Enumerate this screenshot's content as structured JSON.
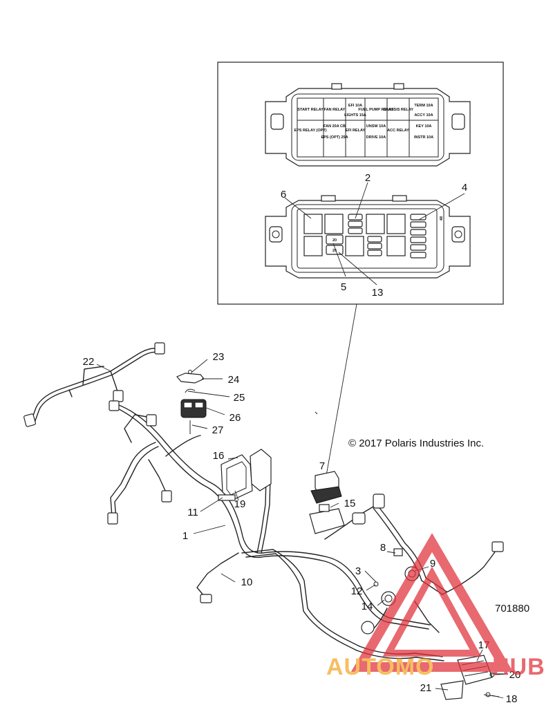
{
  "copyright": "© 2017 Polaris Industries Inc.",
  "diagram_number": "701880",
  "watermark": {
    "text_left": "AUTOMO",
    "text_right": "HUB",
    "color": "#e0303a",
    "accent_color": "#f5a623"
  },
  "fuse_box_legend": {
    "cells": [
      {
        "id": "start-relay",
        "text": "START RELAY"
      },
      {
        "id": "fan-relay",
        "text": "FAN RELAY"
      },
      {
        "id": "efi-10a",
        "text": "EFI 10A"
      },
      {
        "id": "lights-15a",
        "text": "LIGHTS 15A"
      },
      {
        "id": "fuel-pump-relay",
        "text": "FUEL PUMP RELAY"
      },
      {
        "id": "chassis-relay",
        "text": "CHASSIS RELAY"
      },
      {
        "id": "term-10a",
        "text": "TERM 10A"
      },
      {
        "id": "accy-10a",
        "text": "ACCY 10A"
      },
      {
        "id": "eps-relay",
        "text": "EPS RELAY (OPT)"
      },
      {
        "id": "fan-20a-cb",
        "text": "FAN 20A CB"
      },
      {
        "id": "eps-25a",
        "text": "EPS (OPT) 25A"
      },
      {
        "id": "efi-relay",
        "text": "EFI RELAY"
      },
      {
        "id": "unsw-10a",
        "text": "UNSW 10A"
      },
      {
        "id": "drive-10a",
        "text": "DRIVE 10A"
      },
      {
        "id": "acc-relay",
        "text": "ACC RELAY"
      },
      {
        "id": "key-10a",
        "text": "KEY 10A"
      },
      {
        "id": "instr-10a",
        "text": "INSTR 10A"
      }
    ],
    "small_labels": {
      "fuse_20": "20",
      "fuse_25": "25",
      "side_mark": "48"
    }
  },
  "callouts": [
    {
      "id": "1",
      "label": "1"
    },
    {
      "id": "2",
      "label": "2"
    },
    {
      "id": "3",
      "label": "3"
    },
    {
      "id": "4",
      "label": "4"
    },
    {
      "id": "5",
      "label": "5"
    },
    {
      "id": "6",
      "label": "6"
    },
    {
      "id": "7",
      "label": "7"
    },
    {
      "id": "8",
      "label": "8"
    },
    {
      "id": "9",
      "label": "9"
    },
    {
      "id": "10",
      "label": "10"
    },
    {
      "id": "11",
      "label": "11"
    },
    {
      "id": "12",
      "label": "12"
    },
    {
      "id": "13",
      "label": "13"
    },
    {
      "id": "14",
      "label": "14"
    },
    {
      "id": "15",
      "label": "15"
    },
    {
      "id": "16",
      "label": "16"
    },
    {
      "id": "17",
      "label": "17"
    },
    {
      "id": "18",
      "label": "18"
    },
    {
      "id": "19",
      "label": "19"
    },
    {
      "id": "20",
      "label": "20"
    },
    {
      "id": "21",
      "label": "21"
    },
    {
      "id": "22",
      "label": "22"
    },
    {
      "id": "23",
      "label": "23"
    },
    {
      "id": "24",
      "label": "24"
    },
    {
      "id": "25",
      "label": "25"
    },
    {
      "id": "26",
      "label": "26"
    },
    {
      "id": "27",
      "label": "27"
    }
  ]
}
